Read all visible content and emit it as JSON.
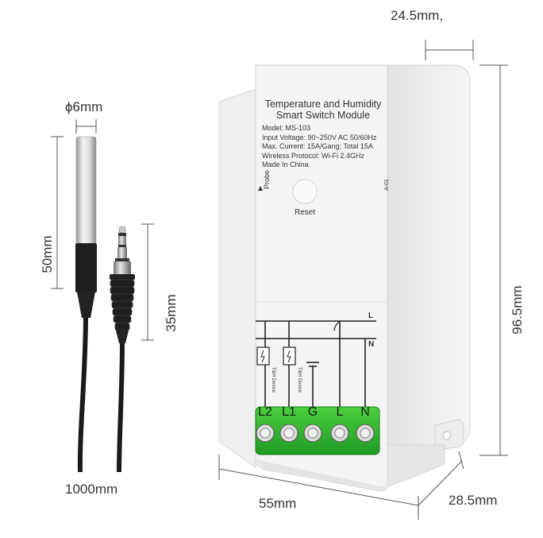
{
  "dimensions": {
    "width_top": "24.5mm,",
    "diameter": "ϕ6mm",
    "probe_length": "50mm",
    "plug_length": "35mm",
    "height": "96.5mm",
    "width": "55mm",
    "depth": "28.5mm",
    "cable_length": "1000mm"
  },
  "module": {
    "title_line1": "Temperature and Humidity",
    "title_line2": "Smart Switch Module",
    "spec_lines": [
      "Model: MS-103",
      "Input Voltage: 90~250V AC 50/60Hz",
      "Max. Current: 15A/Gang; Total 15A",
      "Wireless Protocol: Wi-Fi 2.4GHz",
      "Made In China"
    ],
    "probe_label": "Probe",
    "reset_label": "Reset",
    "side_code": "A-01",
    "line_labels": [
      "L",
      "N"
    ],
    "device_labels": [
      "T&H Device",
      "T&H Device"
    ],
    "terminals": [
      "L2",
      "L1",
      "G",
      "L",
      "N"
    ]
  },
  "colors": {
    "terminal_green": "#2fb32f",
    "module_white": "#f4f4f4",
    "cable_black": "#1a1a1a"
  }
}
